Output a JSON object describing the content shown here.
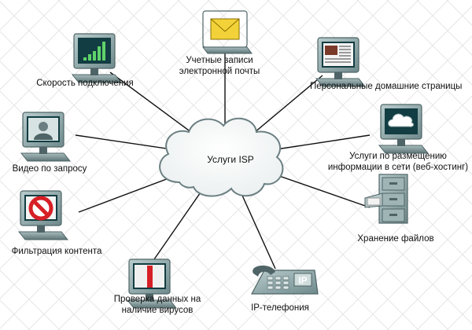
{
  "diagram": {
    "center": {
      "label": "Услуги ISP",
      "icon": "cloud-icon"
    },
    "nodes": [
      {
        "id": "email",
        "label": "Учетные записи\nэлектронной почты",
        "icon": "envelope-icon"
      },
      {
        "id": "homepages",
        "label": "Персональные домашние страницы",
        "icon": "webpage-icon"
      },
      {
        "id": "hosting",
        "label": "Услуги по размещению\nинформации в сети (веб-хостинг)",
        "icon": "cloud-icon"
      },
      {
        "id": "storage",
        "label": "Хранение файлов",
        "icon": "file-cabinet-icon"
      },
      {
        "id": "voip",
        "label": "IP-телефония",
        "icon": "ip-phone-icon"
      },
      {
        "id": "antivirus",
        "label": "Проверка данных на\nналичие вирусов",
        "icon": "virus-check-icon"
      },
      {
        "id": "filter",
        "label": "Фильтрация контента",
        "icon": "prohibited-icon"
      },
      {
        "id": "vod",
        "label": "Видео по запросу",
        "icon": "video-person-icon"
      },
      {
        "id": "speed",
        "label": "Скорость подключения",
        "icon": "signal-bars-icon"
      }
    ],
    "phone_badge": "IP",
    "colors": {
      "monitor_frame": "#8fa7a9",
      "monitor_dark": "#4f6466",
      "screen_bg": "#123d42",
      "line": "#111111",
      "cloud_fill": "#ffffff",
      "cloud_stroke": "#6b7f82",
      "prohibit_red": "#d61f26",
      "envelope": "#f2d238",
      "grid": "#e4e4e4"
    }
  }
}
